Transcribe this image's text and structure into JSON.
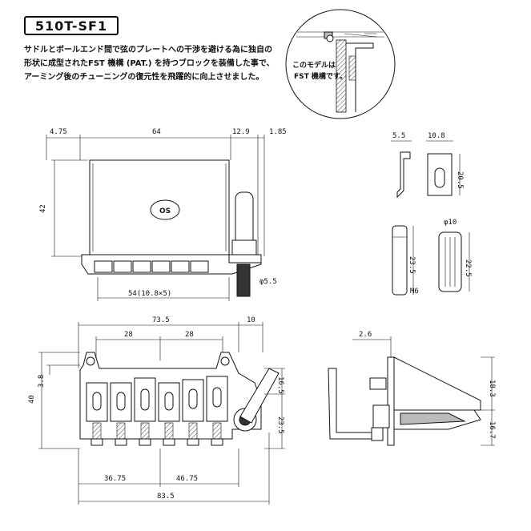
{
  "model": "510T-SF1",
  "description": [
    "サドルとボールエンド間で弦のプレートへの干渉を避ける為に独自の",
    "形状に成型されたFST 機構 (PAT.) を持つブロックを装備した事で、",
    "アーミング後のチューニングの復元性を飛躍的に向上させました。"
  ],
  "inset_label": [
    "このモデルは",
    "FST 機構です。"
  ],
  "badge_text": "OS",
  "dimensions": {
    "front_top_left": "4.75",
    "front_top_mid": "64",
    "front_top_r1": "12.9",
    "front_top_r2": "1.85",
    "front_height": "42",
    "front_bottom": "54(10.8×5)",
    "stud_dia": "φ5.5",
    "hook_w": "5.5",
    "saddle_w": "10.8",
    "saddle_h": "20.5",
    "screw_h": "23.5",
    "screw_thread": "M6",
    "bushing_dia": "φ10",
    "bushing_h": "22.5",
    "top_overall": "73.5",
    "top_right": "10",
    "top_28_left": "28",
    "top_28_right": "28",
    "top_height": "40",
    "top_left_small": "3.8",
    "top_right_upper": "16.5",
    "top_right_lower": "23.5",
    "bottom_left": "36.75",
    "bottom_right": "46.75",
    "bottom_overall": "83.5",
    "side_top": "2.6",
    "side_upper": "18.3",
    "side_lower": "16.7"
  }
}
